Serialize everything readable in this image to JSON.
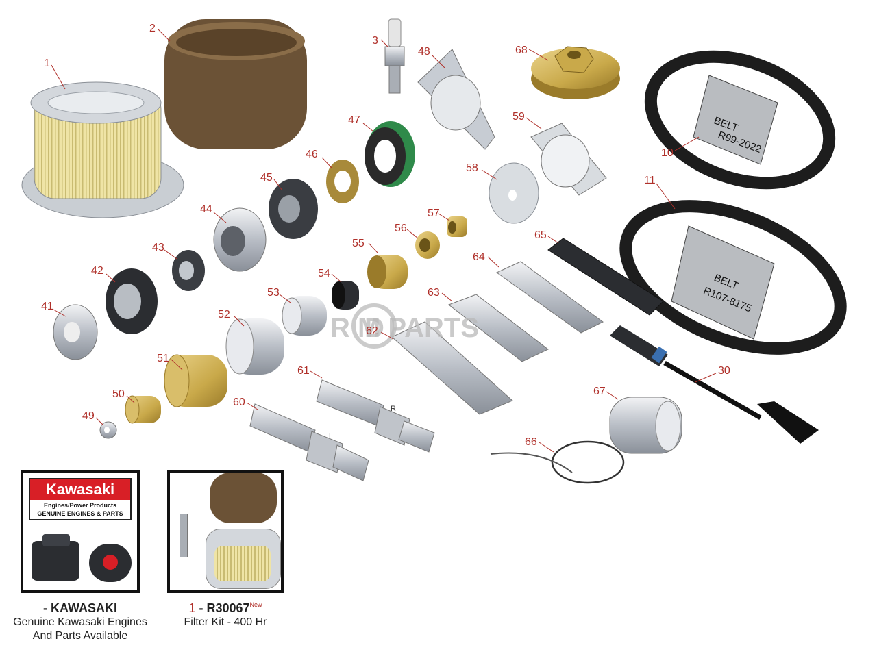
{
  "watermark": "R  M PARTS",
  "watermark_d": "D",
  "callouts": [
    "1",
    "2",
    "3",
    "10",
    "11",
    "30",
    "41",
    "42",
    "43",
    "44",
    "45",
    "46",
    "47",
    "48",
    "49",
    "50",
    "51",
    "52",
    "53",
    "54",
    "55",
    "56",
    "57",
    "58",
    "59",
    "60",
    "61",
    "62",
    "63",
    "64",
    "65",
    "66",
    "67",
    "68"
  ],
  "belt_labels": {
    "belt_10": [
      "BELT",
      "R99-2022"
    ],
    "belt_11": [
      "BELT",
      "R107-8175"
    ]
  },
  "shaft_marks": {
    "part_60": "L",
    "part_61": "R"
  },
  "kawasaki_box": {
    "logo": "Kawasaki",
    "line1": "Engines/Power Products",
    "line2": "GENUINE ENGINES & PARTS",
    "caption_title": "- KAWASAKI",
    "caption_line1": "Genuine Kawasaki Engines",
    "caption_line2": "And Parts Available"
  },
  "filter_kit_box": {
    "caption_number": "1",
    "caption_sep": " - ",
    "caption_part": "R30067",
    "caption_new": "New",
    "caption_line1": "Filter Kit - 400 Hr"
  },
  "colors": {
    "callout": "#b0302a",
    "gold": "#c9a94a",
    "steel": "#c8ccd2",
    "dark": "#222222",
    "brown": "#6b5236"
  }
}
